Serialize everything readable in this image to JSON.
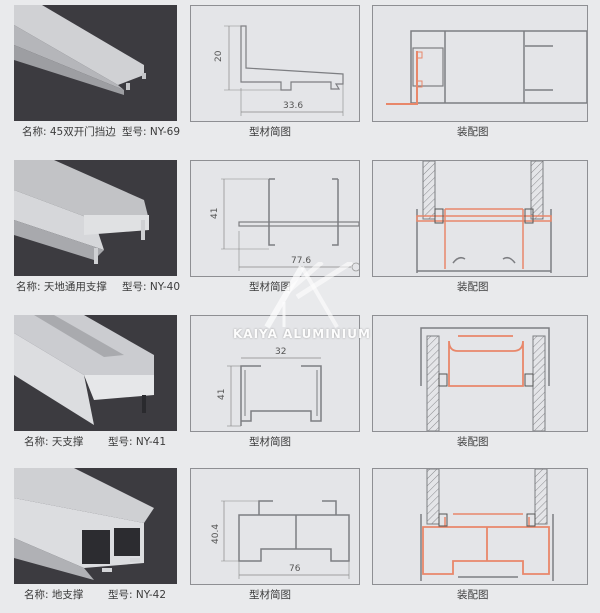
{
  "catalog": {
    "rows": [
      {
        "name_label": "名称: 45双开门挡边",
        "model_label": "型号: NY-69",
        "profile_caption": "型材简图",
        "assembly_caption": "装配图",
        "dimensions": {
          "height": "20",
          "width": "33.6"
        }
      },
      {
        "name_label": "名称: 天地通用支撑",
        "model_label": "型号: NY-40",
        "profile_caption": "型材简图",
        "assembly_caption": "装配图",
        "dimensions": {
          "height": "41",
          "width": "77.6"
        }
      },
      {
        "name_label": "名称: 天支撑",
        "model_label": "型号: NY-41",
        "profile_caption": "型材简图",
        "assembly_caption": "装配图",
        "dimensions": {
          "height": "41",
          "width": "32"
        }
      },
      {
        "name_label": "名称: 地支撑",
        "model_label": "型号: NY-42",
        "profile_caption": "型材简图",
        "assembly_caption": "装配图",
        "dimensions": {
          "height": "40.4",
          "width": "76"
        }
      }
    ],
    "watermark": "KAIYA ALUMINIUM",
    "colors": {
      "background": "#e9eaec",
      "photo_bg": "#3c3b40",
      "aluminum": "#c9cacd",
      "line": "#7d7e82",
      "highlight": "#e8876a"
    }
  }
}
